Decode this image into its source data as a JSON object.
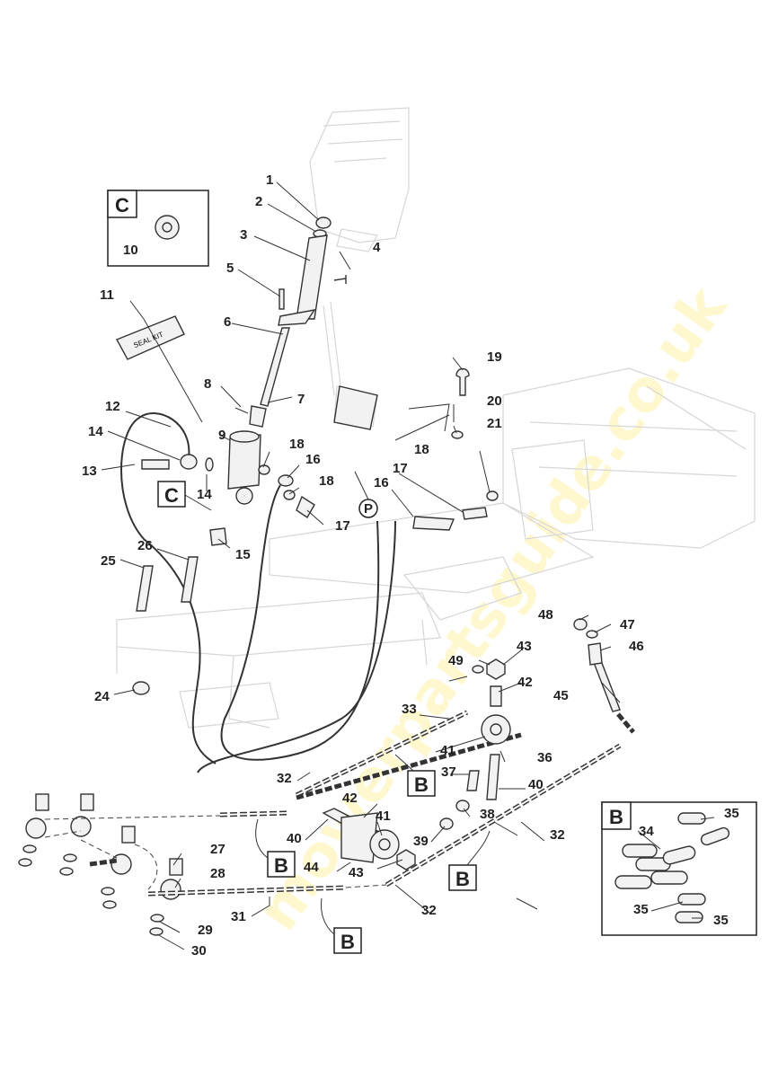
{
  "watermark": "mowerpartsguide.co.uk",
  "box_letters": {
    "B": "B",
    "C": "C",
    "P": "P"
  },
  "seal_kit_text": "SEAL KIT",
  "callout_numbers": [
    "1",
    "2",
    "3",
    "4",
    "5",
    "6",
    "7",
    "8",
    "9",
    "10",
    "11",
    "12",
    "13",
    "14",
    "14",
    "15",
    "16",
    "16",
    "17",
    "17",
    "18",
    "18",
    "18",
    "19",
    "20",
    "21",
    "24",
    "25",
    "26",
    "27",
    "28",
    "29",
    "30",
    "31",
    "32",
    "32",
    "32",
    "33",
    "34",
    "35",
    "35",
    "35",
    "36",
    "37",
    "38",
    "39",
    "40",
    "40",
    "41",
    "41",
    "42",
    "42",
    "43",
    "43",
    "44",
    "45",
    "46",
    "47",
    "48",
    "49"
  ]
}
